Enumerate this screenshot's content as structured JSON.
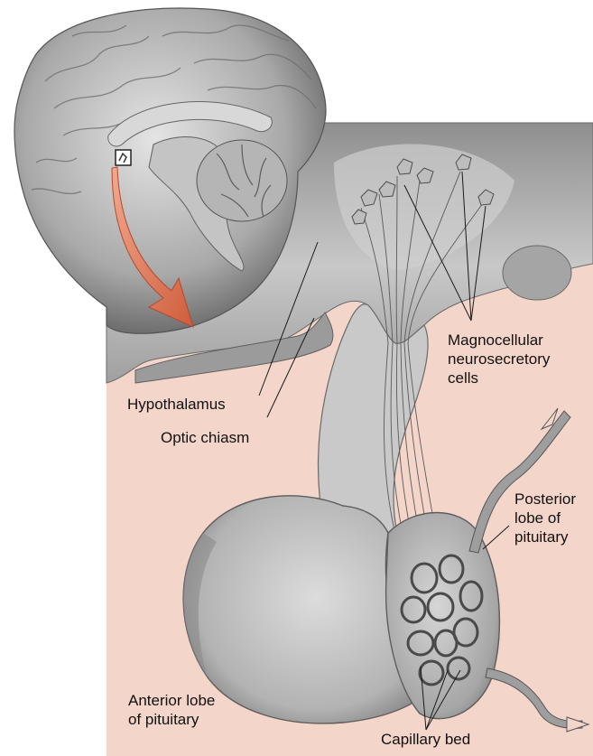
{
  "labels": {
    "hypothalamus": "Hypothalamus",
    "optic_chiasm": "Optic chiasm",
    "magnocellular": [
      "Magnocellular",
      "neurosecretory",
      "cells"
    ],
    "posterior_lobe": [
      "Posterior",
      "lobe of",
      "pituitary"
    ],
    "anterior_lobe": [
      "Anterior lobe",
      "of pituitary"
    ],
    "capillary_bed": "Capillary bed"
  },
  "colors": {
    "background_panel": "#f4d5c9",
    "tissue_gray": "#b9b9b9",
    "tissue_dark": "#7d7d7d",
    "arrow": "#e07a5c",
    "leader_line": "#1a1a1a"
  }
}
